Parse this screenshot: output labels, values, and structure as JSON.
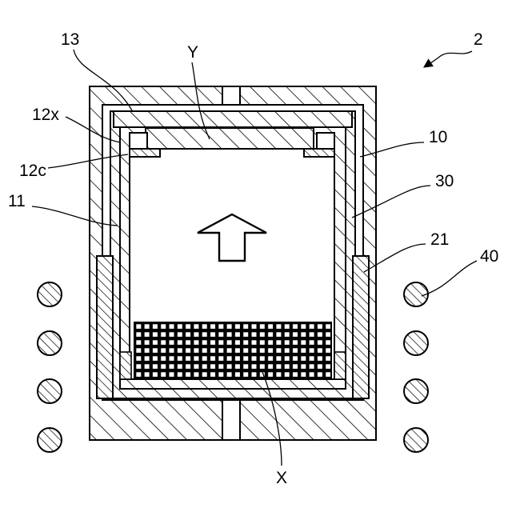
{
  "labels": {
    "figure_number": "2",
    "crucible_lid": "13",
    "seed_crystal": "Y",
    "ref_12x": "12x",
    "ref_12c": "12c",
    "crucible_body": "11",
    "outer_vessel": "10",
    "ref_30": "30",
    "ref_21": "21",
    "coil": "40",
    "raw_material": "X"
  }
}
